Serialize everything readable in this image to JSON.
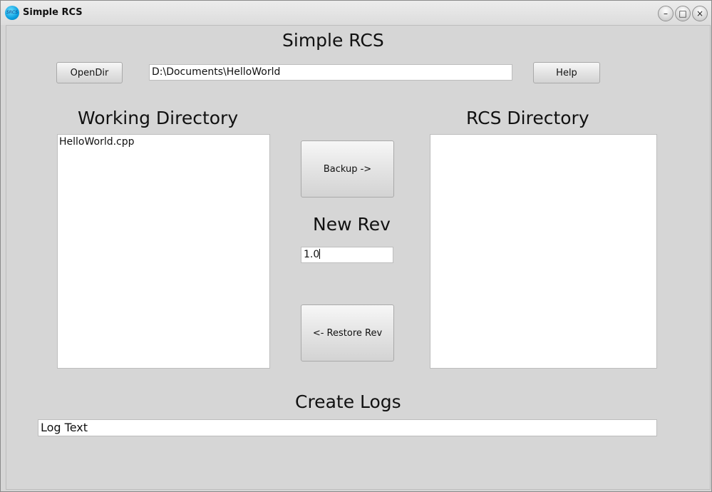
{
  "window": {
    "title": "Simple RCS",
    "icon_text": "SRCS",
    "controls": {
      "minimize": "–",
      "maximize": "□",
      "close": "×"
    }
  },
  "header": {
    "title": "Simple RCS"
  },
  "toolbar": {
    "opendir_label": "OpenDir",
    "path_value": "D:\\Documents\\HelloWorld",
    "help_label": "Help"
  },
  "working": {
    "heading": "Working Directory",
    "files": [
      "HelloWorld.cpp"
    ]
  },
  "rcs": {
    "heading": "RCS Directory",
    "files": []
  },
  "actions": {
    "backup_label": "Backup ->",
    "new_rev_heading": "New Rev",
    "new_rev_value": "1.0",
    "restore_label": "<- Restore Rev"
  },
  "logs": {
    "heading": "Create Logs",
    "value": "Log Text"
  }
}
